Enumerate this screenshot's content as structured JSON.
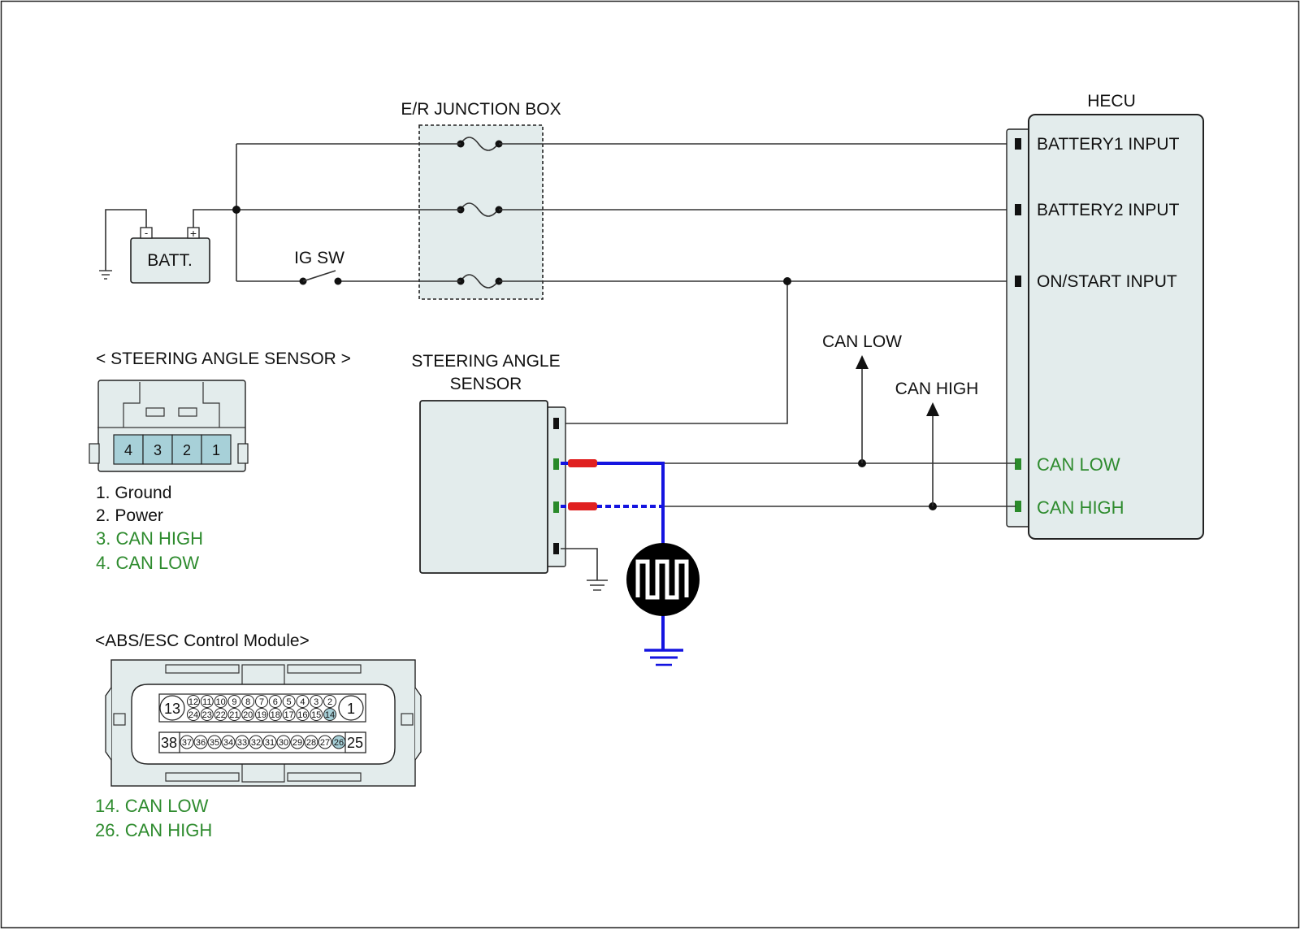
{
  "colors": {
    "can_text": "#2e8b2e",
    "box_fill": "#e3ecec",
    "wire_twisted": "#1414e0",
    "shield_tip": "#e02020",
    "pin_can": "#2a8a2a"
  },
  "junction_box": {
    "title": "E/R JUNCTION BOX"
  },
  "battery": {
    "label": "BATT.",
    "neg": "-",
    "pos": "+"
  },
  "ig_switch": {
    "label": "IG SW"
  },
  "hecu": {
    "title": "HECU",
    "pins": {
      "battery1": "BATTERY1 INPUT",
      "battery2": "BATTERY2 INPUT",
      "on_start": "ON/START INPUT",
      "can_low": "CAN LOW",
      "can_high": "CAN HIGH"
    }
  },
  "sensor": {
    "title_line1": "STEERING ANGLE",
    "title_line2": "SENSOR"
  },
  "can_arrows": {
    "can_low": "CAN LOW",
    "can_high": "CAN HIGH"
  },
  "sas_connector": {
    "title": "< STEERING ANGLE SENSOR >",
    "pins": [
      "4",
      "3",
      "2",
      "1"
    ],
    "legend": [
      "1. Ground",
      "2. Power",
      "3. CAN HIGH",
      "4. CAN LOW"
    ]
  },
  "abs_connector": {
    "title": "<ABS/ESC Control Module>",
    "big_pins": {
      "top_left": "13",
      "top_right": "1",
      "bottom_left": "38",
      "bottom_right": "25"
    },
    "row1": [
      "12",
      "11",
      "10",
      "9",
      "8",
      "7",
      "6",
      "5",
      "4",
      "3",
      "2"
    ],
    "row2": [
      "24",
      "23",
      "22",
      "21",
      "20",
      "19",
      "18",
      "17",
      "16",
      "15",
      "14"
    ],
    "row3": [
      "37",
      "36",
      "35",
      "34",
      "33",
      "32",
      "31",
      "30",
      "29",
      "28",
      "27",
      "26"
    ],
    "highlighted": [
      "14",
      "26"
    ],
    "legend": [
      "14. CAN LOW",
      "26. CAN HIGH"
    ]
  }
}
